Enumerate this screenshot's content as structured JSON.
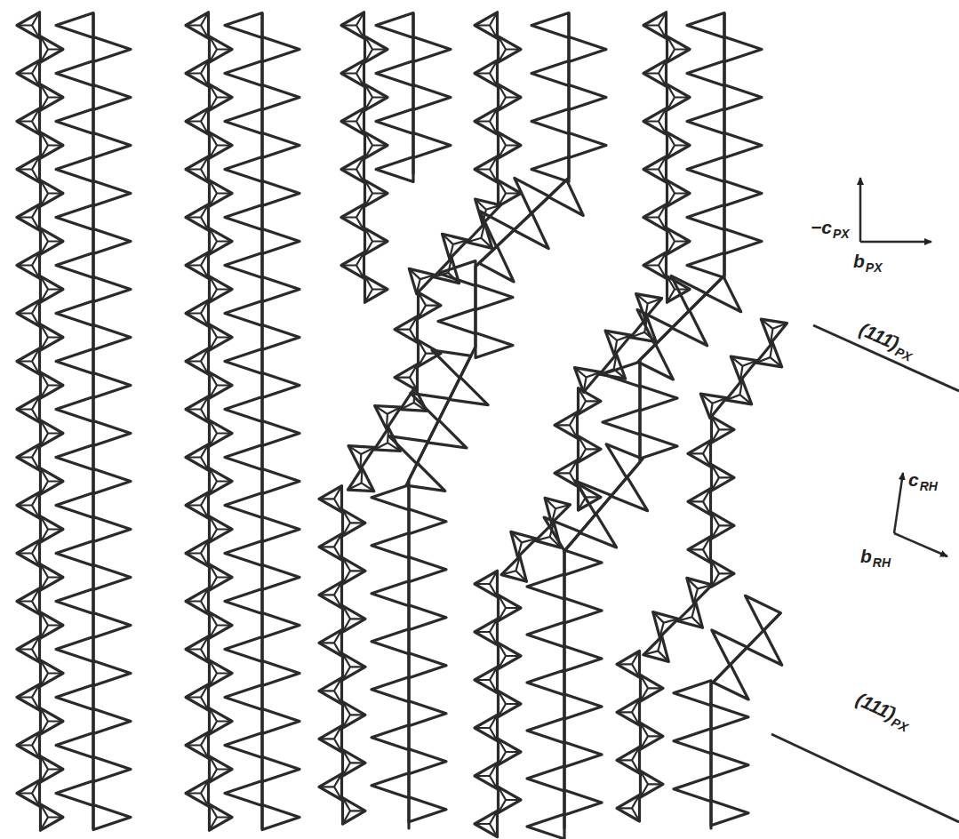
{
  "diagram": {
    "labels": [
      "−c",
      "PX",
      "b",
      "PX",
      "(111̄)",
      "PX",
      "(111̄)",
      "PX",
      "c",
      "RH",
      "b",
      "RH"
    ]
  }
}
